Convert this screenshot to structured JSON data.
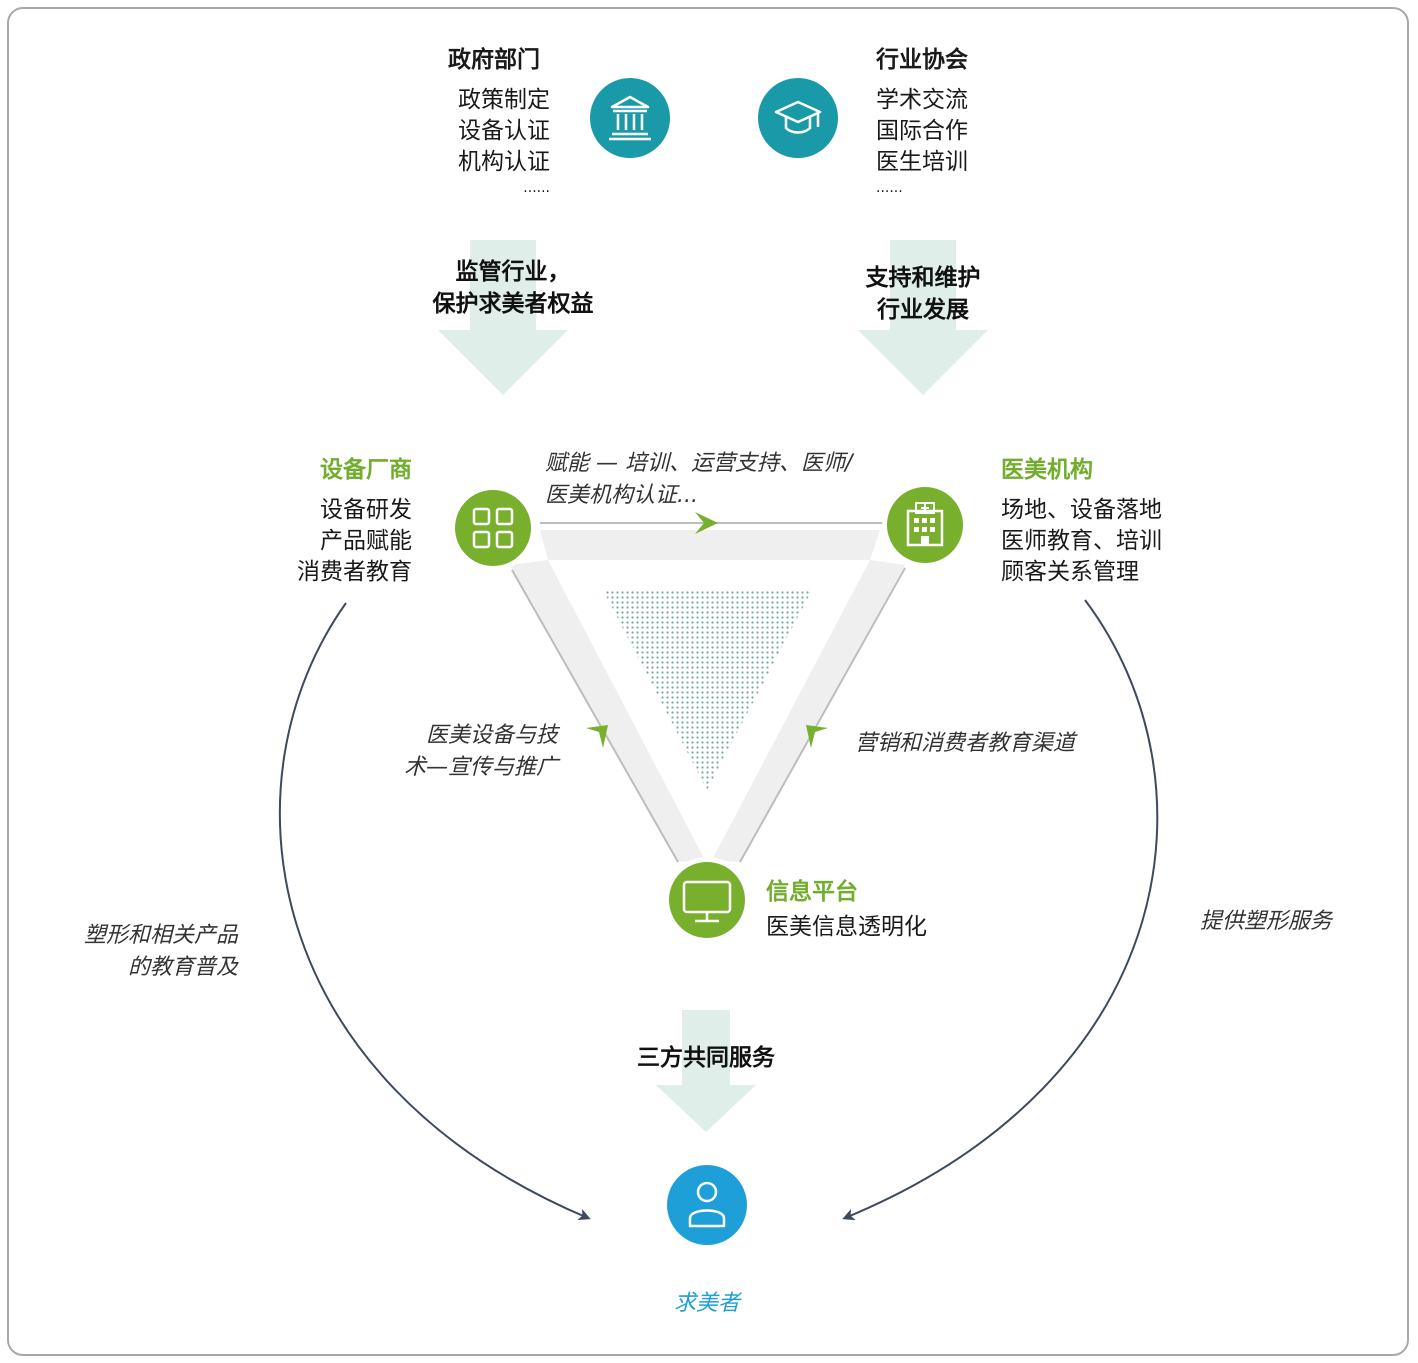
{
  "government": {
    "title": "政府部门",
    "items": [
      "政策制定",
      "设备认证",
      "机构认证",
      "......"
    ]
  },
  "association": {
    "title": "行业协会",
    "items": [
      "学术交流",
      "国际合作",
      "医生培训",
      "......"
    ]
  },
  "gov_arrow": {
    "line1": "监管行业，",
    "line2": "保护求美者权益"
  },
  "assoc_arrow": {
    "line1": "支持和维护",
    "line2": "行业发展"
  },
  "manufacturer": {
    "title": "设备厂商",
    "items": [
      "设备研发",
      "产品赋能",
      "消费者教育"
    ]
  },
  "institution": {
    "title": "医美机构",
    "items": [
      "场地、设备落地",
      "医师教育、培训",
      "顾客关系管理"
    ]
  },
  "platform": {
    "title": "信息平台",
    "desc": "医美信息透明化"
  },
  "edge_top": {
    "line1": "赋能 — 培训、运营支持、医师/",
    "line2": "医美机构认证..."
  },
  "edge_left": {
    "line1": "医美设备与技",
    "line2": "术—宣传与推广"
  },
  "edge_right": {
    "text": "营销和消费者教育渠道"
  },
  "curve_left": {
    "line1": "塑形和相关产品",
    "line2": "的教育普及"
  },
  "curve_right": {
    "text": "提供塑形服务"
  },
  "bottom_arrow": {
    "text": "三方共同服务"
  },
  "consumer": {
    "label": "求美者"
  },
  "icons": {
    "government": "government-building-icon",
    "association": "graduation-cap-icon",
    "manufacturer": "grid-apps-icon",
    "institution": "hospital-icon",
    "platform": "monitor-icon",
    "consumer": "person-icon"
  },
  "colors": {
    "teal": "#1a9aa8",
    "green": "#78b02e",
    "blue": "#1e9fd8",
    "arrow_fill": "#dfeee8",
    "triangle_band": "#efefef",
    "curve": "#3d4a5c"
  }
}
